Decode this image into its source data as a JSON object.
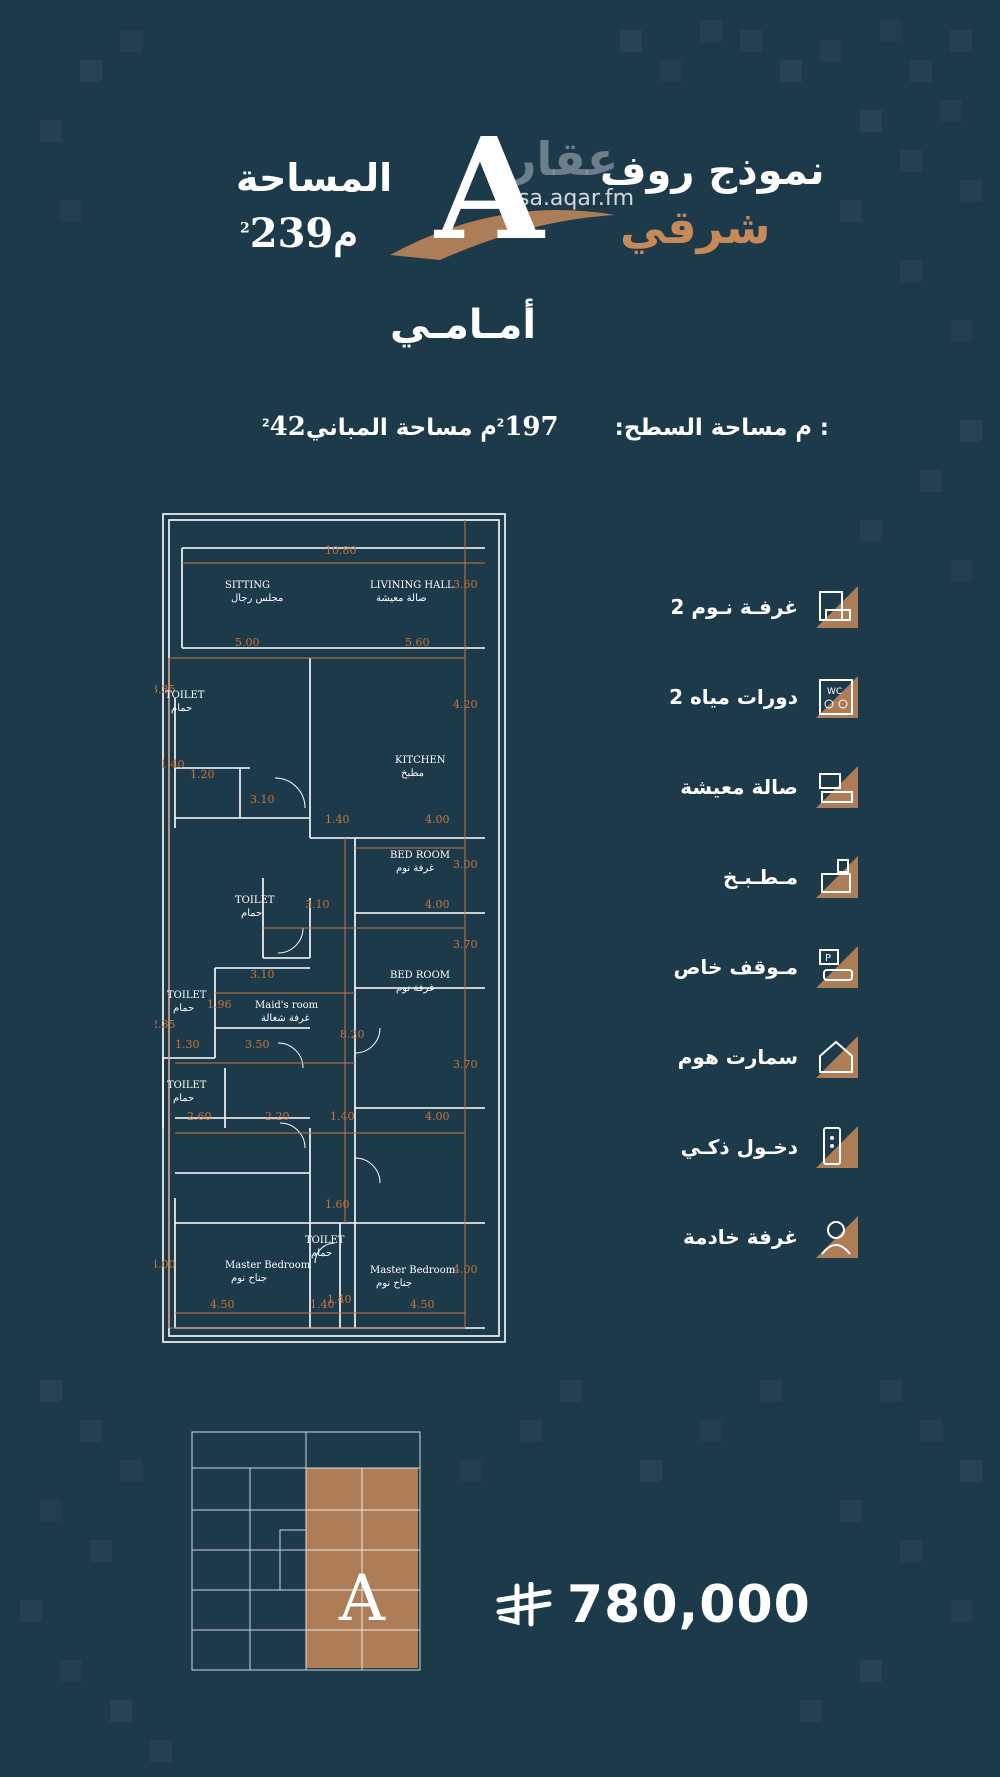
{
  "header": {
    "model_label": "نموذج روف",
    "orientation": "شرقي",
    "model_letter": "A",
    "watermark_logo": "عقار",
    "watermark_url": "sa.aqar.fm",
    "area_label": "المساحة",
    "area_value": "239م",
    "area_unit_sup": "2",
    "facing": "أمـامـي",
    "building_area_label": "مساحة المباني :",
    "building_area_value": "197م",
    "roof_area_label": "مساحة السطح:",
    "roof_area_value": "42م",
    "unit_sup": "2"
  },
  "plan": {
    "dims": [
      "10.80",
      "3.60",
      "5.00",
      "5.60",
      "3.35",
      "4.20",
      "1.40",
      "1.20",
      "3.10",
      "1.40",
      "4.00",
      "3.00",
      "3.10",
      "4.00",
      "3.10",
      "3.70",
      "1.30",
      "3.50",
      "2.35",
      "1.96",
      "8.20",
      "3.70",
      "2.60",
      "2.20",
      "1.40",
      "4.00",
      "1.60",
      "4.00",
      "4.50",
      "1.40",
      "4.50",
      "4.00",
      "1.40"
    ],
    "rooms": [
      {
        "en": "SITTING",
        "ar": "مجلس رجال"
      },
      {
        "en": "LIVINING  HALL",
        "ar": "صالة معيشة"
      },
      {
        "en": "KITCHEN",
        "ar": "مطبخ"
      },
      {
        "en": "BED ROOM",
        "ar": "غرفة نوم"
      },
      {
        "en": "BED ROOM",
        "ar": "غرفة نوم"
      },
      {
        "en": "Maid's room",
        "ar": "غرفة شغالة"
      },
      {
        "en": "Master Bedroom",
        "ar": "جناح نوم"
      },
      {
        "en": "Master Bedroom",
        "ar": "جناح نوم"
      },
      {
        "en": "TOILET",
        "ar": "حمام"
      },
      {
        "en": "TOILET",
        "ar": "حمام"
      },
      {
        "en": "TOILET",
        "ar": "حمام"
      },
      {
        "en": "TOILET",
        "ar": "حمام"
      },
      {
        "en": "TOILET",
        "ar": "حمام"
      }
    ]
  },
  "features": [
    {
      "label": "2 غرفـة نـوم",
      "icon": "bedroom-icon"
    },
    {
      "label": "2 دورات مياه",
      "icon": "wc-icon"
    },
    {
      "label": "صالة معيشة",
      "icon": "living-room-icon"
    },
    {
      "label": "مـطـبـخ",
      "icon": "kitchen-icon"
    },
    {
      "label": "مـوقف خاص",
      "icon": "parking-icon"
    },
    {
      "label": "سمارت هوم",
      "icon": "smart-home-icon"
    },
    {
      "label": "دخـول ذكـي",
      "icon": "smart-lock-icon"
    },
    {
      "label": "غرفة خادمة",
      "icon": "maid-icon"
    }
  ],
  "thumbnail": {
    "letter": "A"
  },
  "price": {
    "value": "780,000",
    "currency_icon": "riyal-icon"
  },
  "colors": {
    "background": "#1d3a4b",
    "accent": "#c58a58",
    "line": "#ffffff",
    "dimension": "#c8743a"
  }
}
